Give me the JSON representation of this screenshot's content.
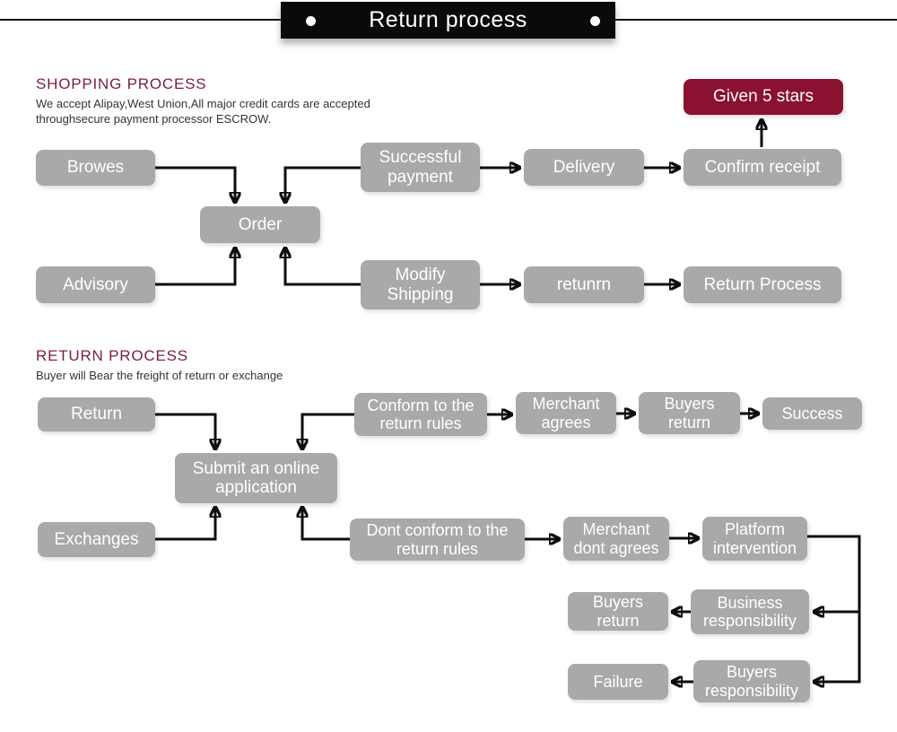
{
  "banner": {
    "title": "Return process"
  },
  "shopping": {
    "heading": "SHOPPING PROCESS",
    "description_line1": "We accept Alipay,West Union,All major credit cards are accepted",
    "description_line2": "throughsecure payment processor ESCROW.",
    "nodes": {
      "browes": "Browes",
      "order": "Order",
      "advisory": "Advisory",
      "successful_payment": "Successful payment",
      "delivery": "Delivery",
      "confirm_receipt": "Confirm receipt",
      "given_5_stars": "Given 5 stars",
      "modify_shipping": "Modify Shipping",
      "retunrn": "retunrn",
      "return_process": "Return Process"
    },
    "edges": [
      [
        "browes",
        "order"
      ],
      [
        "successful_payment",
        "order"
      ],
      [
        "advisory",
        "order"
      ],
      [
        "modify_shipping",
        "order"
      ],
      [
        "successful_payment",
        "delivery"
      ],
      [
        "delivery",
        "confirm_receipt"
      ],
      [
        "confirm_receipt",
        "given_5_stars"
      ],
      [
        "modify_shipping",
        "retunrn"
      ],
      [
        "retunrn",
        "return_process"
      ]
    ]
  },
  "returns": {
    "heading": "RETURN PROCESS",
    "description": "Buyer will Bear the freight of return or exchange",
    "nodes": {
      "return": "Return",
      "submit_application": "Submit an online application",
      "exchanges": "Exchanges",
      "conform_rules": "Conform to the return rules",
      "merchant_agrees": "Merchant agrees",
      "buyers_return_top": "Buyers return",
      "success": "Success",
      "dont_conform_rules": "Dont conform to the return rules",
      "merchant_dont_agrees": "Merchant dont agrees",
      "platform_intervention": "Platform intervention",
      "buyers_return_bottom": "Buyers return",
      "business_responsibility": "Business responsibility",
      "failure": "Failure",
      "buyers_responsibility": "Buyers responsibility"
    },
    "edges": [
      [
        "return",
        "submit_application"
      ],
      [
        "conform_rules",
        "submit_application"
      ],
      [
        "exchanges",
        "submit_application"
      ],
      [
        "dont_conform_rules",
        "submit_application"
      ],
      [
        "conform_rules",
        "merchant_agrees"
      ],
      [
        "merchant_agrees",
        "buyers_return_top"
      ],
      [
        "buyers_return_top",
        "success"
      ],
      [
        "dont_conform_rules",
        "merchant_dont_agrees"
      ],
      [
        "merchant_dont_agrees",
        "platform_intervention"
      ],
      [
        "platform_intervention",
        "business_responsibility"
      ],
      [
        "platform_intervention",
        "buyers_responsibility"
      ],
      [
        "business_responsibility",
        "buyers_return_bottom"
      ],
      [
        "buyers_responsibility",
        "failure"
      ]
    ]
  },
  "colors": {
    "node_gray": "#a9a9a9",
    "accent_maroon": "#8b1130",
    "heading_maroon": "#7d1f35",
    "line_black": "#0d0d0d",
    "banner_black": "#0a0a0a"
  }
}
